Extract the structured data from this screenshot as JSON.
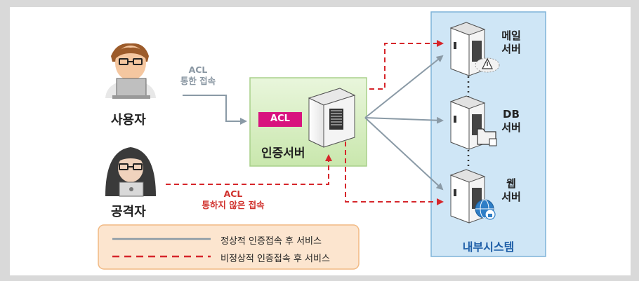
{
  "actors": {
    "user": "사용자",
    "attacker": "공격자"
  },
  "edges": {
    "acl_access": [
      "ACL",
      "통한 접속"
    ],
    "no_acl_access": [
      "ACL",
      "통하지 않은 접속"
    ]
  },
  "auth": {
    "acl_badge": "ACL",
    "label": "인증서버"
  },
  "internal": {
    "title": "내부시스템",
    "servers": [
      {
        "name": [
          "메일",
          "서버"
        ]
      },
      {
        "name": [
          "DB",
          "서버"
        ]
      },
      {
        "name": [
          "웹",
          "서버"
        ]
      }
    ]
  },
  "legend": {
    "normal": "정상적 인증접속 후 서비스",
    "abnormal": "비정상적 인증접속 후 서비스"
  },
  "colors": {
    "gray_line": "#8a9aa6",
    "red_dash": "#d6262b",
    "green_box": "#d4ecc0",
    "blue_panel": "#cfe6f6",
    "acl_badge": "#d8137e",
    "legend_bg": "#fce5cf"
  }
}
